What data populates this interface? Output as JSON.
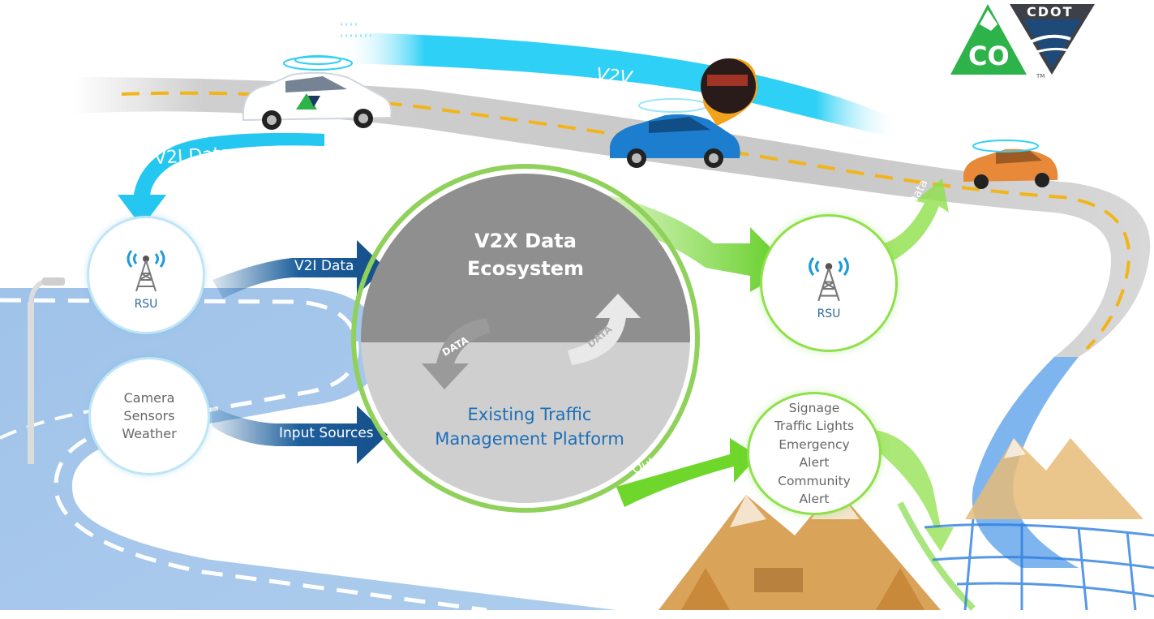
{
  "diagram": {
    "v2v_label": "V2V",
    "v2i_data_top": "V2I Data",
    "v2i_data_arrow": "V2I Data",
    "input_sources": "Input Sources",
    "output_sources": "Output Sources",
    "v2i_data_right": "V2I Data",
    "center_top": [
      "V2X Data",
      "Ecosystem"
    ],
    "center_bottom": [
      "Existing Traffic",
      "Management Platform"
    ],
    "data_arrow_left": "DATA",
    "data_arrow_right": "DATA",
    "rsu_left": "RSU",
    "rsu_right": "RSU",
    "input_node": [
      "Camera",
      "Sensors",
      "Weather"
    ],
    "output_node": [
      "Signage",
      "Traffic Lights",
      "Emergency",
      "Alert",
      "Community",
      "Alert"
    ]
  },
  "logo": {
    "state": "CO",
    "agency": "CDOT",
    "tm": "TM"
  },
  "colors": {
    "cyan": "#2fd0f5",
    "navy": "#1d5f9c",
    "green": "#6fd62c",
    "road_grey": "#d3d3d3",
    "lane_yellow": "#f2b418",
    "co_green": "#2db34a",
    "cdot_navy": "#1e3a5f",
    "mountain": "#d9a35a"
  }
}
